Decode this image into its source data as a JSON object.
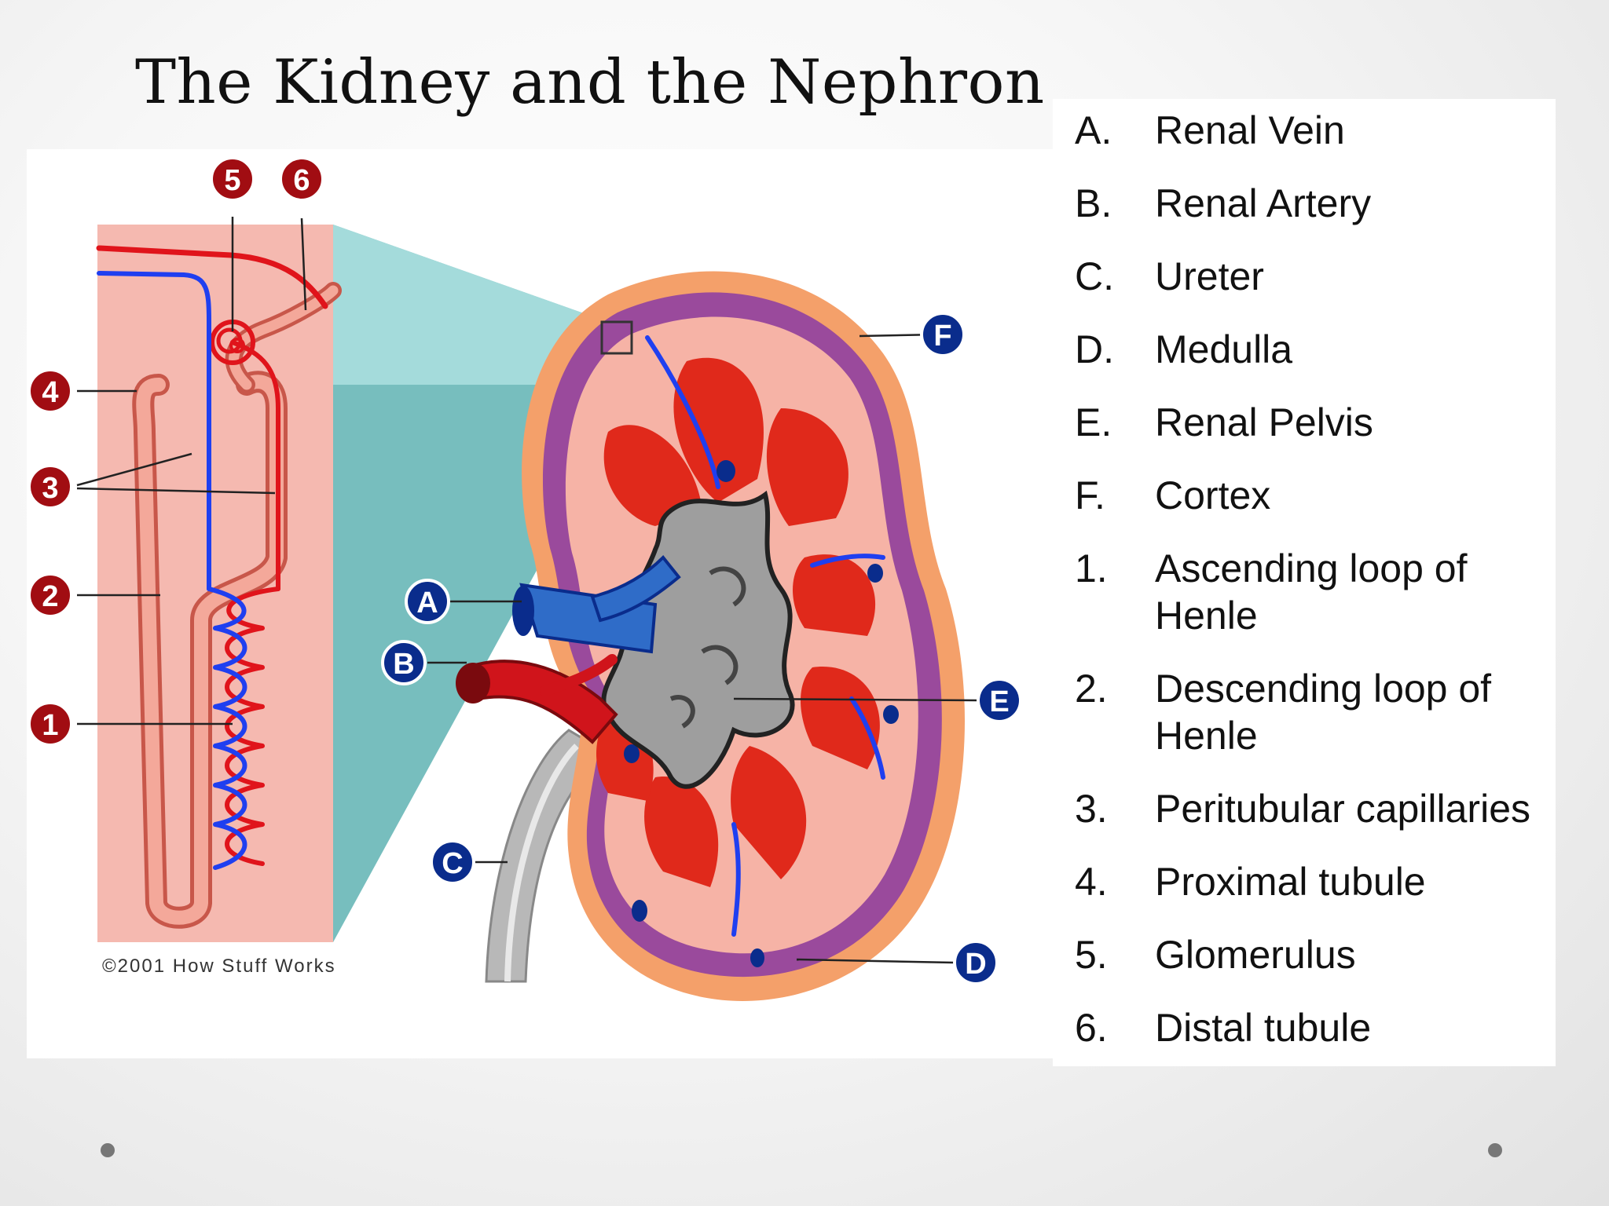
{
  "slide": {
    "title": "The Kidney and the Nephron"
  },
  "diagram": {
    "copyright": "©2001 How Stuff Works",
    "nephron_callouts": [
      "5",
      "6",
      "4",
      "3",
      "2",
      "1"
    ],
    "kidney_callouts": [
      "A",
      "B",
      "C",
      "D",
      "E",
      "F"
    ]
  },
  "legend": [
    {
      "key": "A.",
      "label": "Renal Vein"
    },
    {
      "key": "B.",
      "label": "Renal Artery"
    },
    {
      "key": "C.",
      "label": "Ureter"
    },
    {
      "key": "D.",
      "label": "Medulla"
    },
    {
      "key": "E.",
      "label": "Renal Pelvis"
    },
    {
      "key": "F.",
      "label": "Cortex"
    },
    {
      "key": "1.",
      "label": "Ascending loop of Henle"
    },
    {
      "key": "2.",
      "label": "Descending loop of Henle"
    },
    {
      "key": "3.",
      "label": "Peritubular capillaries"
    },
    {
      "key": "4.",
      "label": "Proximal tubule"
    },
    {
      "key": "5.",
      "label": "Glomerulus"
    },
    {
      "key": "6.",
      "label": "Distal tubule"
    }
  ],
  "colors": {
    "nephron_callout": "#a10d12",
    "kidney_callout": "#0a2c8c",
    "artery": "#e0141b",
    "vein": "#1f3ff0",
    "capsule": "#f4a06a",
    "cortex": "#9a4a9c",
    "medulla_tissue": "#f6b3a6"
  }
}
